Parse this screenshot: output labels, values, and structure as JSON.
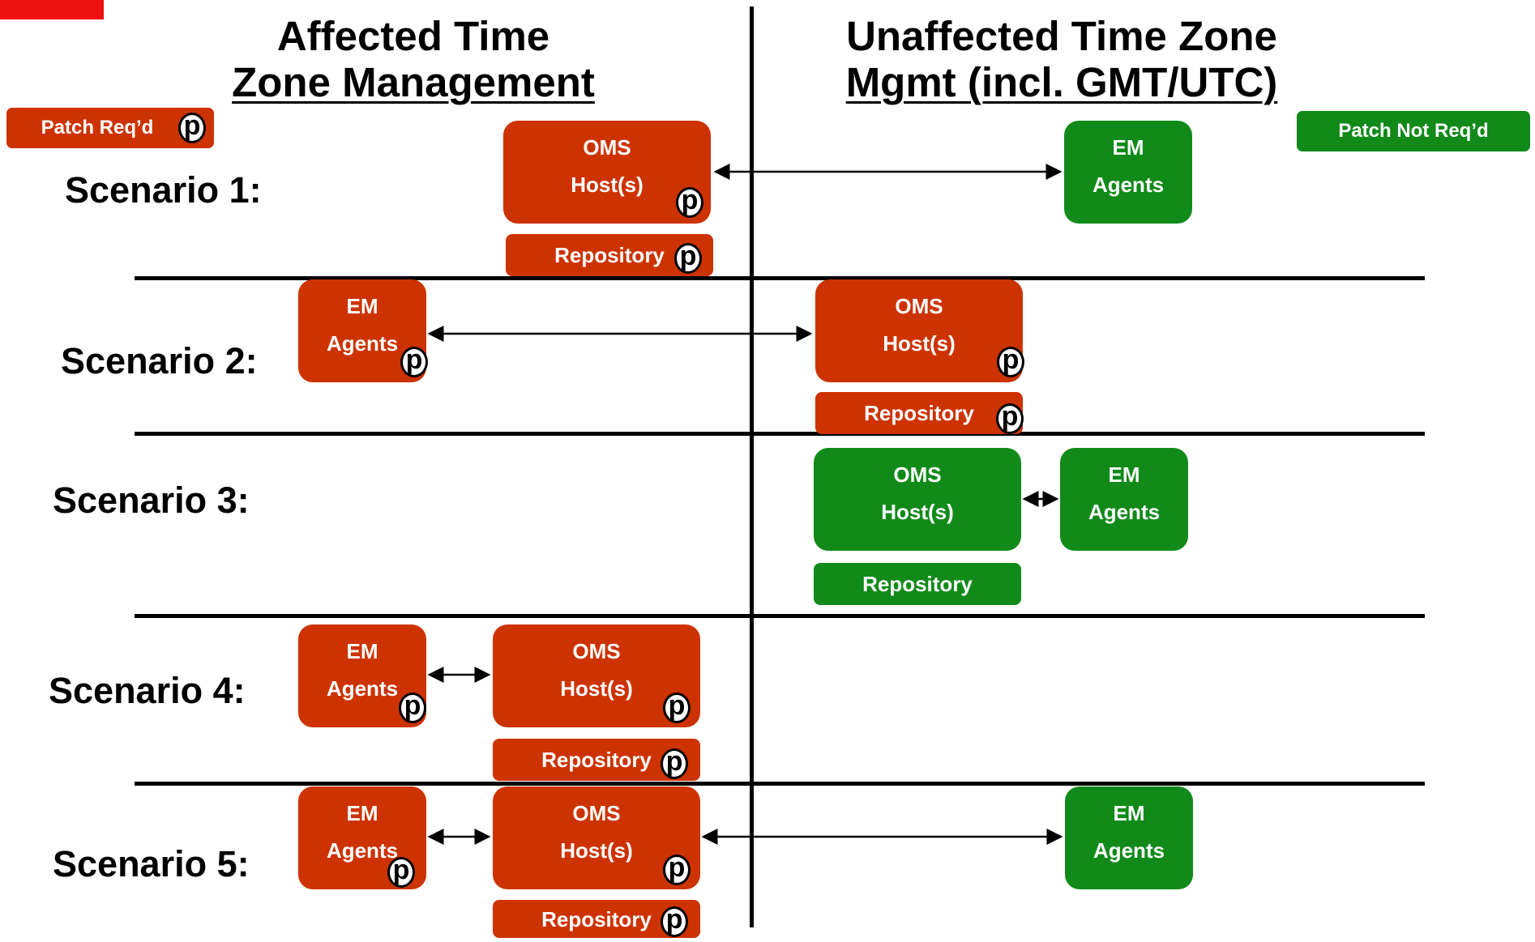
{
  "header": {
    "left_title_line1": "Affected Time",
    "left_title_line2": "Zone Management",
    "right_title_line1": "Unaffected Time Zone",
    "right_title_line2": "Mgmt (incl. GMT/UTC)"
  },
  "legend": {
    "patch_required": "Patch Req’d",
    "patch_not_required": "Patch Not Req’d",
    "patch_symbol": "p"
  },
  "labels": {
    "oms": "OMS",
    "hosts": "Host(s)",
    "em": "EM",
    "agents": "Agents",
    "repository": "Repository"
  },
  "scenarios": [
    {
      "label": "Scenario 1:"
    },
    {
      "label": "Scenario 2:"
    },
    {
      "label": "Scenario 3:"
    },
    {
      "label": "Scenario 4:"
    },
    {
      "label": "Scenario 5:"
    }
  ],
  "colors": {
    "patch_required": "#cc3300",
    "patch_not_required": "#118a1a",
    "corner_accent": "#ee1111"
  }
}
